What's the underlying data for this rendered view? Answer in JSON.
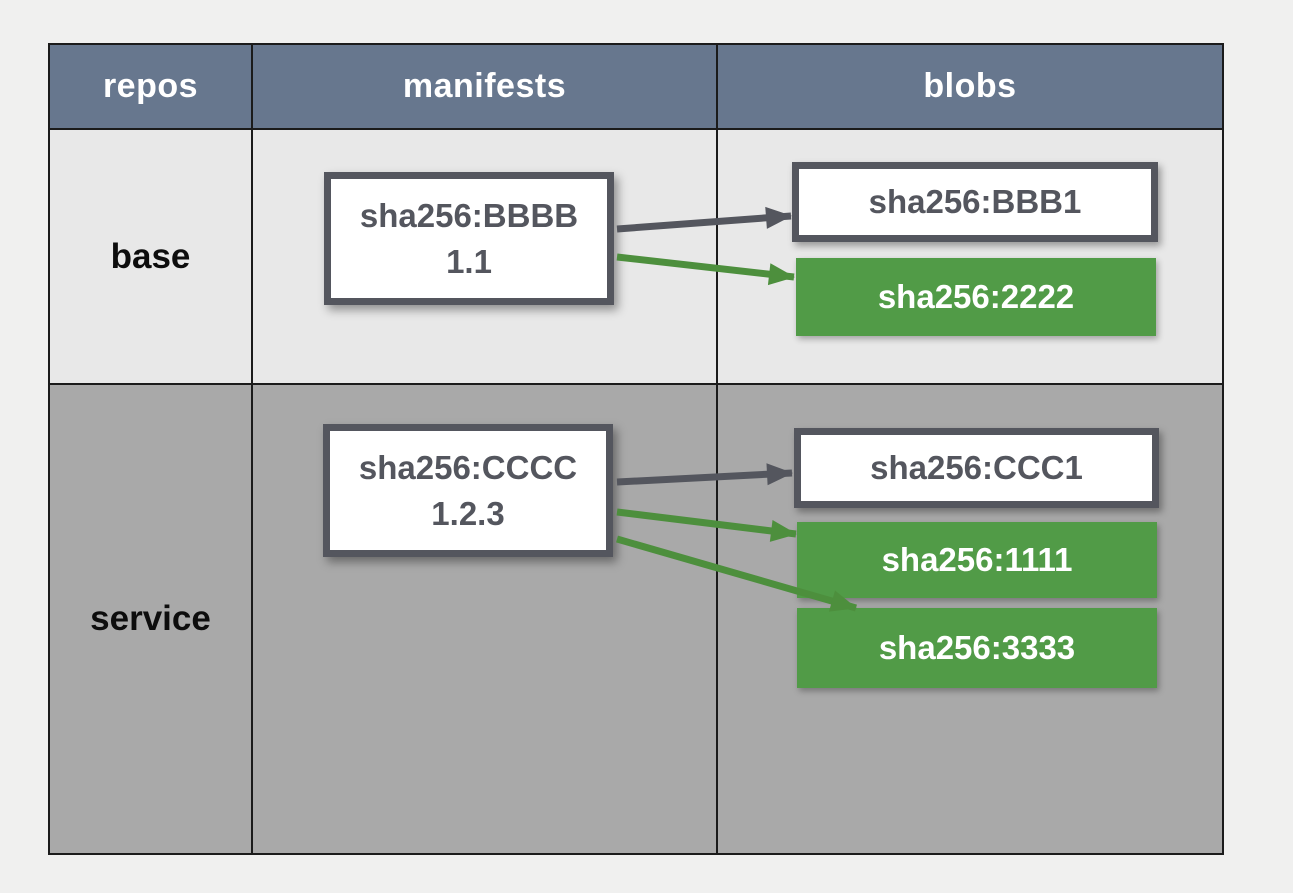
{
  "header": {
    "columns": [
      {
        "label": "repos"
      },
      {
        "label": "manifests"
      },
      {
        "label": "blobs"
      }
    ]
  },
  "rows": [
    {
      "repo": "base",
      "manifest": {
        "digest": "sha256:BBBB",
        "tag": "1.1"
      },
      "blobs": [
        {
          "digest": "sha256:BBB1",
          "style": "white-outlined"
        },
        {
          "digest": "sha256:2222",
          "style": "green"
        }
      ]
    },
    {
      "repo": "service",
      "manifest": {
        "digest": "sha256:CCCC",
        "tag": "1.2.3"
      },
      "blobs": [
        {
          "digest": "sha256:CCC1",
          "style": "white-outlined"
        },
        {
          "digest": "sha256:1111",
          "style": "green"
        },
        {
          "digest": "sha256:3333",
          "style": "green"
        }
      ]
    }
  ],
  "edges": [
    {
      "row": "base",
      "from": "sha256:BBBB",
      "to": "sha256:BBB1",
      "arrow_color": "gray"
    },
    {
      "row": "base",
      "from": "sha256:BBBB",
      "to": "sha256:2222",
      "arrow_color": "green"
    },
    {
      "row": "service",
      "from": "sha256:CCCC",
      "to": "sha256:CCC1",
      "arrow_color": "gray"
    },
    {
      "row": "service",
      "from": "sha256:CCCC",
      "to": "sha256:1111",
      "arrow_color": "green"
    },
    {
      "row": "service",
      "from": "sha256:CCCC",
      "to": "sha256:3333",
      "arrow_color": "green"
    }
  ],
  "colors": {
    "page_bg": "#f0f0ef",
    "header_bg": "#67778e",
    "header_text": "#ffffff",
    "row_base_bg": "#e8e8e8",
    "row_service_bg": "#a9a9a9",
    "grid_line": "#1b1b1b",
    "box_border_slate": "#54565e",
    "box_text_slate": "#54565e",
    "blob_green": "#519b47",
    "arrow_gray": "#54565e",
    "arrow_green": "#4d8f3d"
  }
}
